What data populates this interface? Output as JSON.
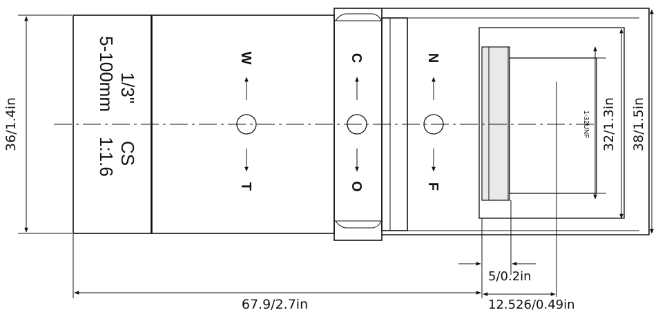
{
  "lens": {
    "spec_focal": "5-100mm",
    "spec_ratio": "1:1.6",
    "spec_format": "1/3\"",
    "spec_mount": "CS",
    "thread_label": "1-32UNF"
  },
  "rings": {
    "zoom": {
      "end_a": "W",
      "end_b": "T"
    },
    "iris": {
      "end_a": "C",
      "end_b": "O"
    },
    "focus": {
      "end_a": "N",
      "end_b": "F"
    }
  },
  "dimensions": {
    "left_height": "36/1.4in",
    "total_length": "67.9/2.7in",
    "mount_length": "5/0.2in",
    "back_focus": "12.526/0.49in",
    "thread_diameter": "32/1.3in",
    "rear_diameter": "38/1.5in"
  }
}
